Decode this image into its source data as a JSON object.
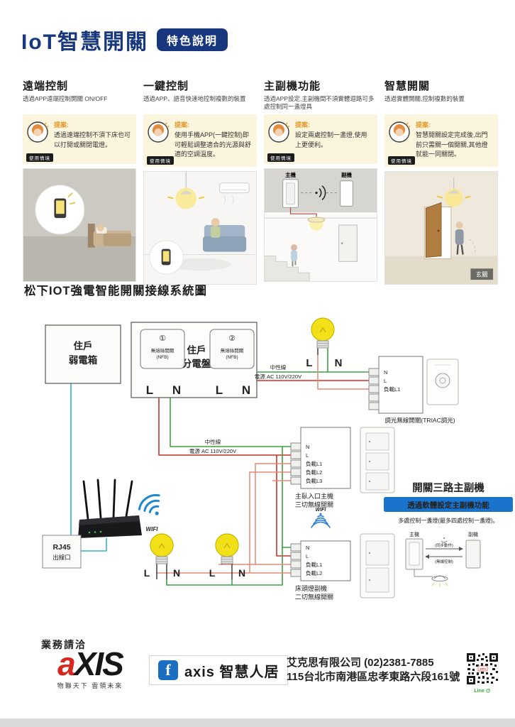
{
  "header": {
    "title": "IoT智慧開關",
    "badge": "特色說明"
  },
  "features": [
    {
      "title": "遠端控制",
      "subtitle": "透過APP遠端控制開關 ON/OFF",
      "tip_label": "提案:",
      "tip_text": "透過遠端控制不須下床也可以打開或關閉電燈。",
      "badge": "使用情境"
    },
    {
      "title": "一鍵控制",
      "subtitle": "透過APP、語音快速地控制複數的裝置",
      "tip_label": "提案:",
      "tip_text": "使用手機APP(一鍵控制)即可輕鬆調整適合的光源與舒適的空調溫度。",
      "badge": "使用情境"
    },
    {
      "title": "主副機功能",
      "subtitle": "透過APP設定,主副機間不須實體迴路可多處控制同一盞燈具",
      "tip_label": "提案:",
      "tip_text": "設定兩處控制一盞燈,使用上更便利。",
      "badge": "使用情境",
      "labels": {
        "master": "主機",
        "slave": "副機"
      }
    },
    {
      "title": "智慧開關",
      "subtitle": "透過實體開關,控制複數的裝置",
      "tip_label": "提案:",
      "tip_text": "智慧開關設定完成後,出門前只需關一個開關,其他燈就能一同關閉。",
      "badge": "使用情境",
      "labels": {
        "room": "玄關"
      }
    }
  ],
  "diagram": {
    "heading": "松下IOT強電智能開關接線系統圖",
    "weak_box_line1": "住戶",
    "weak_box_line2": "弱電箱",
    "panel_line1": "住戶",
    "panel_line2": "分電盤",
    "breaker1": {
      "num": "①",
      "name": "無熔絲開關",
      "sub": "(NFB)",
      "l": "L",
      "n": "N"
    },
    "breaker2": {
      "num": "②",
      "name": "無熔絲開關",
      "sub": "(NFB)",
      "l": "L",
      "n": "N"
    },
    "bulb_top": {
      "l": "L",
      "n": "N"
    },
    "bulb_left": {
      "l": "L",
      "n": "N"
    },
    "bulb_mid": {
      "l": "L",
      "n": "N"
    },
    "neutral1": "中性線",
    "power1": "電源 AC 110V/220V",
    "neutral2": "中性線",
    "power2": "電源 AC 110V/220V",
    "triac": {
      "t1": "N",
      "t2": "L",
      "t3": "負載L1",
      "caption": "調光無線開關(TRIAC調光)"
    },
    "module3": {
      "t1": "N",
      "t2": "L",
      "t3": "負載L1",
      "t4": "負載L2",
      "t5": "負載L3",
      "caption1": "主臥入口主機",
      "caption2": "三切無線開關"
    },
    "module2": {
      "t1": "N",
      "t2": "L",
      "t3": "負載L1",
      "t4": "負載L2",
      "caption1": "床頭燈副機",
      "caption2": "二切無線開關"
    },
    "wifi_label": "WIFI",
    "wifi_router_label": "WIFI",
    "rj45": "RJ45",
    "rj45_sub": "出線口",
    "right": {
      "heading": "開關三路主副機",
      "banner": "透過軟體設定主副機功能",
      "note": "多處控制一盞燈(最多四處控制一盞燈)。",
      "master": "主機",
      "slave": "副機",
      "arrow1": "(同步動作)",
      "arrow2": "(無線控制)"
    }
  },
  "footer": {
    "heading": "業務請洽",
    "logo_a": "a",
    "logo_rest": "XIS",
    "tagline": "物聯天下 雲領未來",
    "fb_icon": "f",
    "fb_text": "axis 智慧人居",
    "company": "艾克思有限公司 (02)2381-7885",
    "address": "115台北市南港區忠孝東路六段161號",
    "qr_caption": "Line @",
    "qr_brand": "axis"
  },
  "colors": {
    "navy": "#17377e",
    "banner_blue": "#1b74cc",
    "wire_live": "#c43326",
    "wire_neutral": "#3f9e45",
    "wire_load": "#e08a76",
    "wire_lan": "#35b6c6",
    "bulb": "#f2e118"
  }
}
